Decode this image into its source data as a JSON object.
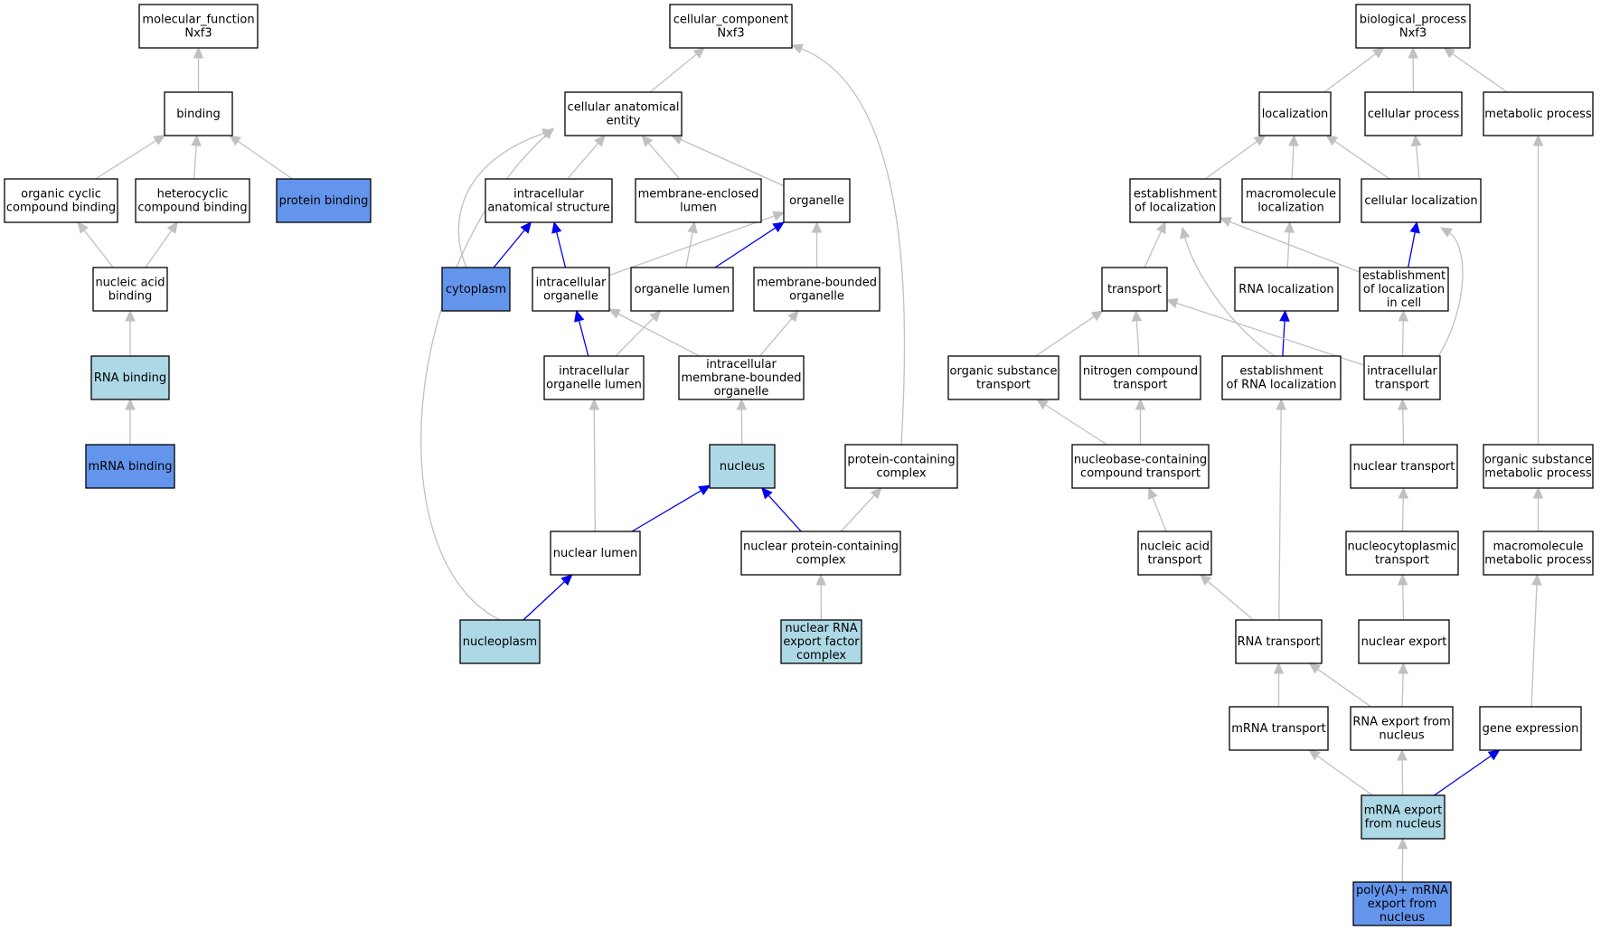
{
  "colors": {
    "default_fill": "#ffffff",
    "light_fill": "#add8e6",
    "dark_fill": "#6495ed",
    "gray_edge": "#c0c0c0",
    "blue_edge": "#0000ee"
  },
  "nodes": [
    {
      "id": "mf_root",
      "lines": [
        "molecular_function",
        "Nxf3"
      ],
      "fill": "default"
    },
    {
      "id": "binding",
      "lines": [
        "binding"
      ],
      "fill": "default"
    },
    {
      "id": "org_cyclic",
      "lines": [
        "organic cyclic",
        "compound binding"
      ],
      "fill": "default"
    },
    {
      "id": "heterocyclic",
      "lines": [
        "heterocyclic",
        "compound binding"
      ],
      "fill": "default"
    },
    {
      "id": "protein_binding",
      "lines": [
        "protein binding"
      ],
      "fill": "dark"
    },
    {
      "id": "nucleic_binding",
      "lines": [
        "nucleic acid",
        "binding"
      ],
      "fill": "default"
    },
    {
      "id": "rna_binding",
      "lines": [
        "RNA binding"
      ],
      "fill": "light"
    },
    {
      "id": "mrna_binding",
      "lines": [
        "mRNA binding"
      ],
      "fill": "dark"
    },
    {
      "id": "cc_root",
      "lines": [
        "cellular_component",
        "Nxf3"
      ],
      "fill": "default"
    },
    {
      "id": "cae",
      "lines": [
        "cellular anatomical",
        "entity"
      ],
      "fill": "default"
    },
    {
      "id": "ias",
      "lines": [
        "intracellular",
        "anatomical structure"
      ],
      "fill": "default"
    },
    {
      "id": "mel",
      "lines": [
        "membrane-enclosed",
        "lumen"
      ],
      "fill": "default"
    },
    {
      "id": "organelle",
      "lines": [
        "organelle"
      ],
      "fill": "default"
    },
    {
      "id": "cytoplasm",
      "lines": [
        "cytoplasm"
      ],
      "fill": "dark"
    },
    {
      "id": "io",
      "lines": [
        "intracellular",
        "organelle"
      ],
      "fill": "default"
    },
    {
      "id": "ol",
      "lines": [
        "organelle lumen"
      ],
      "fill": "default"
    },
    {
      "id": "mbo",
      "lines": [
        "membrane-bounded",
        "organelle"
      ],
      "fill": "default"
    },
    {
      "id": "iol",
      "lines": [
        "intracellular",
        "organelle lumen"
      ],
      "fill": "default"
    },
    {
      "id": "imbo",
      "lines": [
        "intracellular",
        "membrane-bounded",
        "organelle"
      ],
      "fill": "default"
    },
    {
      "id": "nucleus",
      "lines": [
        "nucleus"
      ],
      "fill": "light"
    },
    {
      "id": "pcc",
      "lines": [
        "protein-containing",
        "complex"
      ],
      "fill": "default"
    },
    {
      "id": "nlumen",
      "lines": [
        "nuclear lumen"
      ],
      "fill": "default"
    },
    {
      "id": "npcc",
      "lines": [
        "nuclear protein-containing",
        "complex"
      ],
      "fill": "default"
    },
    {
      "id": "nucleoplasm",
      "lines": [
        "nucleoplasm"
      ],
      "fill": "light"
    },
    {
      "id": "nrefc",
      "lines": [
        "nuclear RNA",
        "export factor",
        "complex"
      ],
      "fill": "light"
    },
    {
      "id": "bp_root",
      "lines": [
        "biological_process",
        "Nxf3"
      ],
      "fill": "default"
    },
    {
      "id": "localization",
      "lines": [
        "localization"
      ],
      "fill": "default"
    },
    {
      "id": "cell_proc",
      "lines": [
        "cellular process"
      ],
      "fill": "default"
    },
    {
      "id": "metab",
      "lines": [
        "metabolic process"
      ],
      "fill": "default"
    },
    {
      "id": "est_loc",
      "lines": [
        "establishment",
        "of localization"
      ],
      "fill": "default"
    },
    {
      "id": "macro_loc",
      "lines": [
        "macromolecule",
        "localization"
      ],
      "fill": "default"
    },
    {
      "id": "cell_loc",
      "lines": [
        "cellular localization"
      ],
      "fill": "default"
    },
    {
      "id": "transport",
      "lines": [
        "transport"
      ],
      "fill": "default"
    },
    {
      "id": "rna_loc",
      "lines": [
        "RNA localization"
      ],
      "fill": "default"
    },
    {
      "id": "est_loc_cell",
      "lines": [
        "establishment",
        "of localization",
        "in cell"
      ],
      "fill": "default"
    },
    {
      "id": "ost",
      "lines": [
        "organic substance",
        "transport"
      ],
      "fill": "default"
    },
    {
      "id": "nct",
      "lines": [
        "nitrogen compound",
        "transport"
      ],
      "fill": "default"
    },
    {
      "id": "est_rna_loc",
      "lines": [
        "establishment",
        "of RNA localization"
      ],
      "fill": "default"
    },
    {
      "id": "ict",
      "lines": [
        "intracellular",
        "transport"
      ],
      "fill": "default"
    },
    {
      "id": "nbct",
      "lines": [
        "nucleobase-containing",
        "compound transport"
      ],
      "fill": "default"
    },
    {
      "id": "nuc_transport",
      "lines": [
        "nuclear transport"
      ],
      "fill": "default"
    },
    {
      "id": "osmp",
      "lines": [
        "organic substance",
        "metabolic process"
      ],
      "fill": "default"
    },
    {
      "id": "nat",
      "lines": [
        "nucleic acid",
        "transport"
      ],
      "fill": "default"
    },
    {
      "id": "ncyt",
      "lines": [
        "nucleocytoplasmic",
        "transport"
      ],
      "fill": "default"
    },
    {
      "id": "mmp",
      "lines": [
        "macromolecule",
        "metabolic process"
      ],
      "fill": "default"
    },
    {
      "id": "rna_transport",
      "lines": [
        "RNA transport"
      ],
      "fill": "default"
    },
    {
      "id": "nuc_export",
      "lines": [
        "nuclear export"
      ],
      "fill": "default"
    },
    {
      "id": "mrna_transport",
      "lines": [
        "mRNA transport"
      ],
      "fill": "default"
    },
    {
      "id": "rna_export",
      "lines": [
        "RNA export from",
        "nucleus"
      ],
      "fill": "default"
    },
    {
      "id": "gene_expr",
      "lines": [
        "gene expression"
      ],
      "fill": "default"
    },
    {
      "id": "mrna_export",
      "lines": [
        "mRNA export",
        "from nucleus"
      ],
      "fill": "light"
    },
    {
      "id": "polya",
      "lines": [
        "poly(A)+ mRNA",
        "export from",
        "nucleus"
      ],
      "fill": "dark"
    }
  ],
  "edges": [
    {
      "from": "binding",
      "to": "mf_root",
      "color": "gray"
    },
    {
      "from": "org_cyclic",
      "to": "binding",
      "color": "gray"
    },
    {
      "from": "heterocyclic",
      "to": "binding",
      "color": "gray"
    },
    {
      "from": "protein_binding",
      "to": "binding",
      "color": "gray"
    },
    {
      "from": "nucleic_binding",
      "to": "org_cyclic",
      "color": "gray"
    },
    {
      "from": "nucleic_binding",
      "to": "heterocyclic",
      "color": "gray"
    },
    {
      "from": "rna_binding",
      "to": "nucleic_binding",
      "color": "gray"
    },
    {
      "from": "mrna_binding",
      "to": "rna_binding",
      "color": "gray"
    },
    {
      "from": "cae",
      "to": "cc_root",
      "color": "gray"
    },
    {
      "from": "pcc",
      "to": "cc_root",
      "color": "gray"
    },
    {
      "from": "ias",
      "to": "cae",
      "color": "gray"
    },
    {
      "from": "mel",
      "to": "cae",
      "color": "gray"
    },
    {
      "from": "organelle",
      "to": "cae",
      "color": "gray"
    },
    {
      "from": "cytoplasm",
      "to": "cae",
      "color": "gray"
    },
    {
      "from": "nucleoplasm",
      "to": "cae",
      "color": "gray"
    },
    {
      "from": "cytoplasm",
      "to": "ias",
      "color": "blue"
    },
    {
      "from": "io",
      "to": "ias",
      "color": "blue"
    },
    {
      "from": "io",
      "to": "organelle",
      "color": "gray"
    },
    {
      "from": "ol",
      "to": "mel",
      "color": "gray"
    },
    {
      "from": "ol",
      "to": "organelle",
      "color": "blue"
    },
    {
      "from": "mbo",
      "to": "organelle",
      "color": "gray"
    },
    {
      "from": "iol",
      "to": "io",
      "color": "blue"
    },
    {
      "from": "iol",
      "to": "ol",
      "color": "gray"
    },
    {
      "from": "imbo",
      "to": "io",
      "color": "gray"
    },
    {
      "from": "imbo",
      "to": "mbo",
      "color": "gray"
    },
    {
      "from": "nucleus",
      "to": "imbo",
      "color": "gray"
    },
    {
      "from": "nlumen",
      "to": "iol",
      "color": "gray"
    },
    {
      "from": "nlumen",
      "to": "nucleus",
      "color": "blue"
    },
    {
      "from": "npcc",
      "to": "nucleus",
      "color": "blue"
    },
    {
      "from": "npcc",
      "to": "pcc",
      "color": "gray"
    },
    {
      "from": "nucleoplasm",
      "to": "nlumen",
      "color": "blue"
    },
    {
      "from": "nrefc",
      "to": "npcc",
      "color": "gray"
    },
    {
      "from": "localization",
      "to": "bp_root",
      "color": "gray"
    },
    {
      "from": "cell_proc",
      "to": "bp_root",
      "color": "gray"
    },
    {
      "from": "metab",
      "to": "bp_root",
      "color": "gray"
    },
    {
      "from": "est_loc",
      "to": "localization",
      "color": "gray"
    },
    {
      "from": "macro_loc",
      "to": "localization",
      "color": "gray"
    },
    {
      "from": "cell_loc",
      "to": "localization",
      "color": "gray"
    },
    {
      "from": "cell_loc",
      "to": "cell_proc",
      "color": "gray"
    },
    {
      "from": "transport",
      "to": "est_loc",
      "color": "gray"
    },
    {
      "from": "rna_loc",
      "to": "macro_loc",
      "color": "gray"
    },
    {
      "from": "est_loc_cell",
      "to": "est_loc",
      "color": "gray"
    },
    {
      "from": "est_loc_cell",
      "to": "cell_loc",
      "color": "blue"
    },
    {
      "from": "ost",
      "to": "transport",
      "color": "gray"
    },
    {
      "from": "nct",
      "to": "transport",
      "color": "gray"
    },
    {
      "from": "est_rna_loc",
      "to": "est_loc",
      "color": "gray"
    },
    {
      "from": "est_rna_loc",
      "to": "rna_loc",
      "color": "blue"
    },
    {
      "from": "ict",
      "to": "transport",
      "color": "gray"
    },
    {
      "from": "ict",
      "to": "est_loc_cell",
      "color": "gray"
    },
    {
      "from": "ict",
      "to": "cell_loc",
      "color": "gray"
    },
    {
      "from": "nbct",
      "to": "ost",
      "color": "gray"
    },
    {
      "from": "nbct",
      "to": "nct",
      "color": "gray"
    },
    {
      "from": "nuc_transport",
      "to": "ict",
      "color": "gray"
    },
    {
      "from": "osmp",
      "to": "metab",
      "color": "gray"
    },
    {
      "from": "nat",
      "to": "nbct",
      "color": "gray"
    },
    {
      "from": "ncyt",
      "to": "nuc_transport",
      "color": "gray"
    },
    {
      "from": "mmp",
      "to": "osmp",
      "color": "gray"
    },
    {
      "from": "rna_transport",
      "to": "nat",
      "color": "gray"
    },
    {
      "from": "rna_transport",
      "to": "est_rna_loc",
      "color": "gray"
    },
    {
      "from": "nuc_export",
      "to": "ncyt",
      "color": "gray"
    },
    {
      "from": "mrna_transport",
      "to": "rna_transport",
      "color": "gray"
    },
    {
      "from": "rna_export",
      "to": "rna_transport",
      "color": "gray"
    },
    {
      "from": "rna_export",
      "to": "nuc_export",
      "color": "gray"
    },
    {
      "from": "gene_expr",
      "to": "mmp",
      "color": "gray"
    },
    {
      "from": "mrna_export",
      "to": "mrna_transport",
      "color": "gray"
    },
    {
      "from": "mrna_export",
      "to": "rna_export",
      "color": "gray"
    },
    {
      "from": "mrna_export",
      "to": "gene_expr",
      "color": "blue"
    },
    {
      "from": "polya",
      "to": "mrna_export",
      "color": "gray"
    }
  ]
}
